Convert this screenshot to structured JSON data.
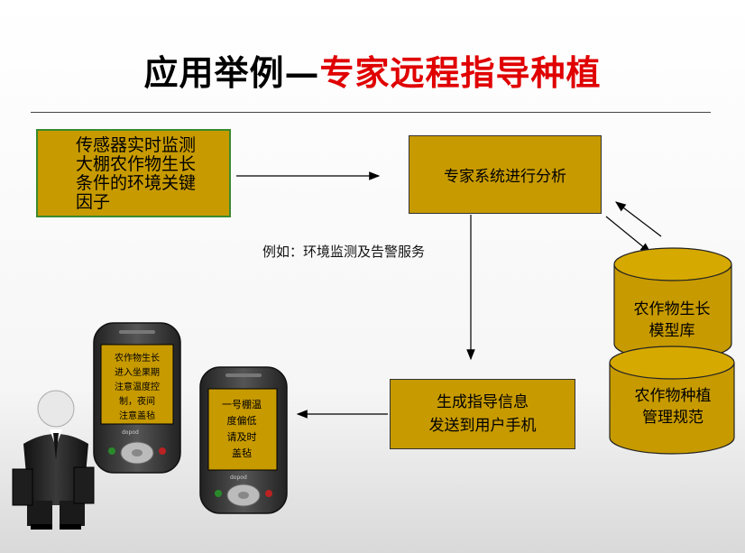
{
  "title": {
    "part1": "应用举例—",
    "part2": "专家远程指导种植"
  },
  "sensor_box": {
    "text": "传感器实时监测\n大棚农作物生长\n条件的环境关键\n因子"
  },
  "expert_box": {
    "text": "专家系统进行分析"
  },
  "example_label": "例如：环境监测及告警服务",
  "advice_box": {
    "text": "生成指导信息\n发送到用户手机"
  },
  "databases": [
    {
      "label": "农作物生长\n模型库"
    },
    {
      "label": "农作物种植\n管理规范"
    }
  ],
  "phones": [
    {
      "message": "农作物生长\n进入坐果期\n注意温度控\n制，夜间\n注意盖毡"
    },
    {
      "message": "一号棚温\n度偏低\n请及时\n盖毡"
    }
  ],
  "colors": {
    "box_fill": "#c79a00",
    "title_accent": "#e00000",
    "sensor_border": "#3a8a2e"
  }
}
